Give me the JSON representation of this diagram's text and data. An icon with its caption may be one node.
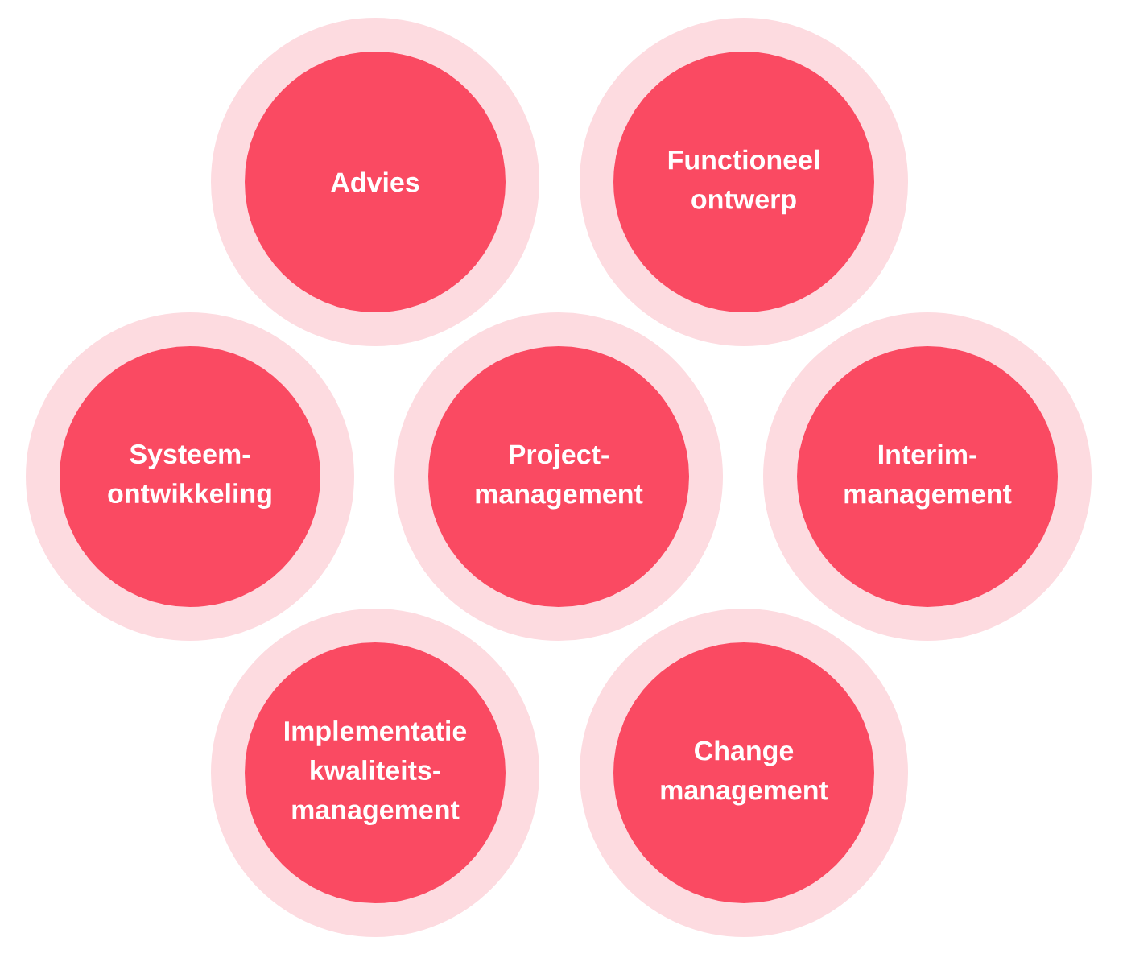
{
  "diagram": {
    "nodes": [
      {
        "text": [
          "Advies"
        ]
      },
      {
        "text": [
          "Functioneel ontwerp"
        ]
      },
      {
        "text": [
          "Systeem- ontwikkeling"
        ]
      },
      {
        "text": [
          "Project- management"
        ]
      },
      {
        "text": [
          "Interim- management"
        ]
      },
      {
        "text": [
          "Implementatie kwaliteits- management"
        ]
      },
      {
        "text": [
          "Change management"
        ]
      }
    ]
  }
}
